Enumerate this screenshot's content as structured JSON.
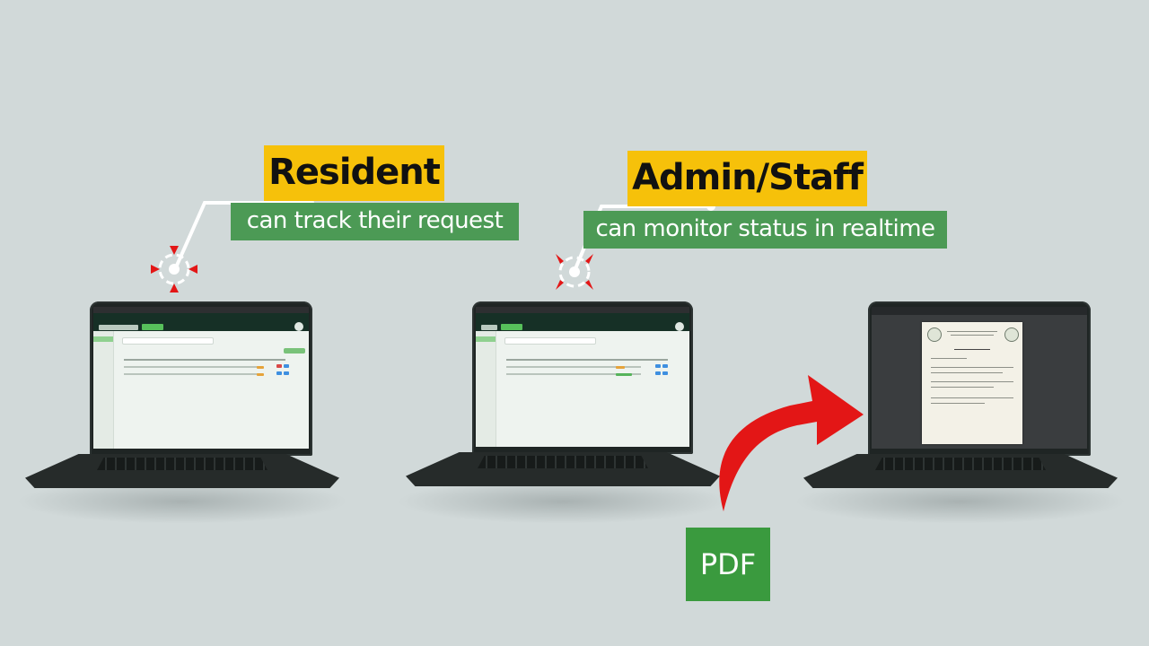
{
  "callouts": {
    "resident": {
      "title": "Resident",
      "subtitle": "can track their request"
    },
    "admin": {
      "title": "Admin/Staff",
      "subtitle": "can monitor status in realtime"
    }
  },
  "pdf_label": "PDF",
  "colors": {
    "background": "#d1d9d9",
    "title_tag": "#f6c10a",
    "subtitle_tag": "#4c9a55",
    "pdf_tag": "#3a9a3e",
    "arrow": "#e31616",
    "target_marker": "#e31616"
  },
  "icons": [
    "target-marker-icon",
    "curved-arrow-icon"
  ]
}
